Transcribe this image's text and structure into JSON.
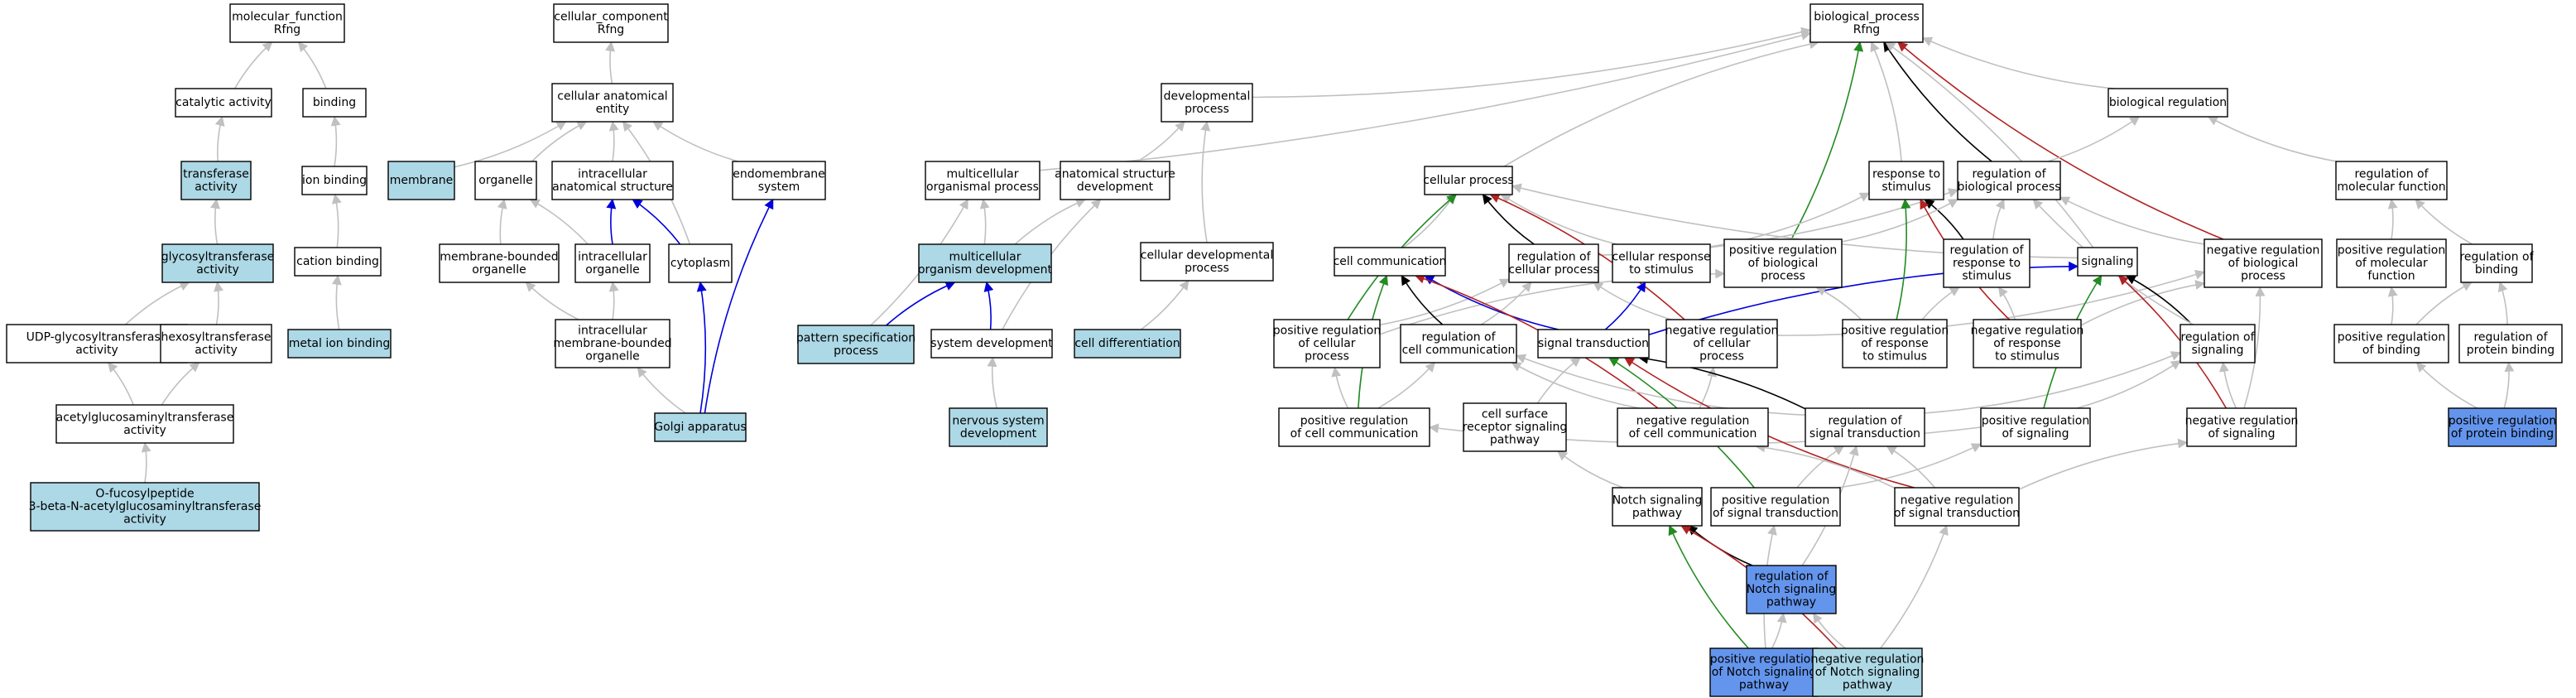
{
  "colors": {
    "plain": "#ffffff",
    "annotated": "#add8e6",
    "query": "#6495ed",
    "is_a": "#c0c0c0",
    "part_of": "#0000dd",
    "regulates": "#000000",
    "positively_regulates": "#228b22",
    "negatively_regulates": "#b22222"
  },
  "nodes": [
    {
      "id": "mf",
      "lines": [
        "molecular_function",
        "Rfng"
      ],
      "fill": "plain"
    },
    {
      "id": "catalytic",
      "lines": [
        "catalytic activity"
      ],
      "fill": "plain"
    },
    {
      "id": "binding",
      "lines": [
        "binding"
      ],
      "fill": "plain"
    },
    {
      "id": "transferase",
      "lines": [
        "transferase",
        "activity"
      ],
      "fill": "annotated"
    },
    {
      "id": "ionbind",
      "lines": [
        "ion binding"
      ],
      "fill": "plain"
    },
    {
      "id": "glycosyl",
      "lines": [
        "glycosyltransferase",
        "activity"
      ],
      "fill": "annotated"
    },
    {
      "id": "cationbind",
      "lines": [
        "cation binding"
      ],
      "fill": "plain"
    },
    {
      "id": "udp",
      "lines": [
        "UDP-glycosyltransferase",
        "activity"
      ],
      "fill": "plain"
    },
    {
      "id": "hexosyl",
      "lines": [
        "hexosyltransferase",
        "activity"
      ],
      "fill": "plain"
    },
    {
      "id": "metalion",
      "lines": [
        "metal ion binding"
      ],
      "fill": "annotated"
    },
    {
      "id": "acetylglc",
      "lines": [
        "acetylglucosaminyltransferase",
        "activity"
      ],
      "fill": "plain"
    },
    {
      "id": "ofuco",
      "lines": [
        "O-fucosylpeptide",
        "3-beta-N-acetylglucosaminyltransferase",
        "activity"
      ],
      "fill": "annotated"
    },
    {
      "id": "cc",
      "lines": [
        "cellular_component",
        "Rfng"
      ],
      "fill": "plain"
    },
    {
      "id": "cae",
      "lines": [
        "cellular anatomical",
        "entity"
      ],
      "fill": "plain"
    },
    {
      "id": "membrane",
      "lines": [
        "membrane"
      ],
      "fill": "annotated"
    },
    {
      "id": "organelle",
      "lines": [
        "organelle"
      ],
      "fill": "plain"
    },
    {
      "id": "ias",
      "lines": [
        "intracellular",
        "anatomical structure"
      ],
      "fill": "plain"
    },
    {
      "id": "endomem",
      "lines": [
        "endomembrane",
        "system"
      ],
      "fill": "plain"
    },
    {
      "id": "mbo",
      "lines": [
        "membrane-bounded",
        "organelle"
      ],
      "fill": "plain"
    },
    {
      "id": "intraorg",
      "lines": [
        "intracellular",
        "organelle"
      ],
      "fill": "plain"
    },
    {
      "id": "cytoplasm",
      "lines": [
        "cytoplasm"
      ],
      "fill": "plain"
    },
    {
      "id": "imbo",
      "lines": [
        "intracellular",
        "membrane-bounded",
        "organelle"
      ],
      "fill": "plain"
    },
    {
      "id": "golgi",
      "lines": [
        "Golgi apparatus"
      ],
      "fill": "annotated"
    },
    {
      "id": "bp",
      "lines": [
        "biological_process",
        "Rfng"
      ],
      "fill": "plain"
    },
    {
      "id": "devproc",
      "lines": [
        "developmental",
        "process"
      ],
      "fill": "plain"
    },
    {
      "id": "bioreg",
      "lines": [
        "biological regulation"
      ],
      "fill": "plain"
    },
    {
      "id": "multiorg",
      "lines": [
        "multicellular",
        "organismal process"
      ],
      "fill": "plain"
    },
    {
      "id": "anatdev",
      "lines": [
        "anatomical structure",
        "development"
      ],
      "fill": "plain"
    },
    {
      "id": "cellproc",
      "lines": [
        "cellular process"
      ],
      "fill": "plain"
    },
    {
      "id": "resp",
      "lines": [
        "response to",
        "stimulus"
      ],
      "fill": "plain"
    },
    {
      "id": "regbp",
      "lines": [
        "regulation of",
        "biological process"
      ],
      "fill": "plain"
    },
    {
      "id": "regmf",
      "lines": [
        "regulation of",
        "molecular function"
      ],
      "fill": "plain"
    },
    {
      "id": "multidev",
      "lines": [
        "multicellular",
        "organism development"
      ],
      "fill": "annotated"
    },
    {
      "id": "celldevproc",
      "lines": [
        "cellular developmental",
        "process"
      ],
      "fill": "plain"
    },
    {
      "id": "cellcomm",
      "lines": [
        "cell communication"
      ],
      "fill": "plain"
    },
    {
      "id": "regcp",
      "lines": [
        "regulation of",
        "cellular process"
      ],
      "fill": "plain"
    },
    {
      "id": "cellresp",
      "lines": [
        "cellular response",
        "to stimulus"
      ],
      "fill": "plain"
    },
    {
      "id": "posregbp",
      "lines": [
        "positive regulation",
        "of biological",
        "process"
      ],
      "fill": "plain"
    },
    {
      "id": "regresp",
      "lines": [
        "regulation of",
        "response to",
        "stimulus"
      ],
      "fill": "plain"
    },
    {
      "id": "signaling",
      "lines": [
        "signaling"
      ],
      "fill": "plain"
    },
    {
      "id": "negregbp",
      "lines": [
        "negative regulation",
        "of biological",
        "process"
      ],
      "fill": "plain"
    },
    {
      "id": "posregmf",
      "lines": [
        "positive regulation",
        "of molecular",
        "function"
      ],
      "fill": "plain"
    },
    {
      "id": "regbind",
      "lines": [
        "regulation of",
        "binding"
      ],
      "fill": "plain"
    },
    {
      "id": "patspec",
      "lines": [
        "pattern specification",
        "process"
      ],
      "fill": "annotated"
    },
    {
      "id": "sysdev",
      "lines": [
        "system development"
      ],
      "fill": "plain"
    },
    {
      "id": "celldiff",
      "lines": [
        "cell differentiation"
      ],
      "fill": "annotated"
    },
    {
      "id": "posregcp",
      "lines": [
        "positive regulation",
        "of cellular",
        "process"
      ],
      "fill": "plain"
    },
    {
      "id": "regcc",
      "lines": [
        "regulation of",
        "cell communication"
      ],
      "fill": "plain"
    },
    {
      "id": "sigtrans",
      "lines": [
        "signal transduction"
      ],
      "fill": "plain"
    },
    {
      "id": "negregcp",
      "lines": [
        "negative regulation",
        "of cellular",
        "process"
      ],
      "fill": "plain"
    },
    {
      "id": "posregresp",
      "lines": [
        "positive regulation",
        "of response",
        "to stimulus"
      ],
      "fill": "plain"
    },
    {
      "id": "negregresp",
      "lines": [
        "negative regulation",
        "of response",
        "to stimulus"
      ],
      "fill": "plain"
    },
    {
      "id": "regsig",
      "lines": [
        "regulation of",
        "signaling"
      ],
      "fill": "plain"
    },
    {
      "id": "posregbind",
      "lines": [
        "positive regulation",
        "of binding"
      ],
      "fill": "plain"
    },
    {
      "id": "regprotbind",
      "lines": [
        "regulation of",
        "protein binding"
      ],
      "fill": "plain"
    },
    {
      "id": "nervdev",
      "lines": [
        "nervous system",
        "development"
      ],
      "fill": "annotated"
    },
    {
      "id": "posregcc",
      "lines": [
        "positive regulation",
        "of cell communication"
      ],
      "fill": "plain"
    },
    {
      "id": "csrsp",
      "lines": [
        "cell surface",
        "receptor signaling",
        "pathway"
      ],
      "fill": "plain"
    },
    {
      "id": "negregcc",
      "lines": [
        "negative regulation",
        "of cell communication"
      ],
      "fill": "plain"
    },
    {
      "id": "regst",
      "lines": [
        "regulation of",
        "signal transduction"
      ],
      "fill": "plain"
    },
    {
      "id": "posregsig",
      "lines": [
        "positive regulation",
        "of signaling"
      ],
      "fill": "plain"
    },
    {
      "id": "negregsig",
      "lines": [
        "negative regulation",
        "of signaling"
      ],
      "fill": "plain"
    },
    {
      "id": "posregprotbind",
      "lines": [
        "positive regulation",
        "of protein binding"
      ],
      "fill": "query"
    },
    {
      "id": "notch",
      "lines": [
        "Notch signaling",
        "pathway"
      ],
      "fill": "plain"
    },
    {
      "id": "posregst",
      "lines": [
        "positive regulation",
        "of signal transduction"
      ],
      "fill": "plain"
    },
    {
      "id": "negregst",
      "lines": [
        "negative regulation",
        "of signal transduction"
      ],
      "fill": "plain"
    },
    {
      "id": "regnotch",
      "lines": [
        "regulation of",
        "Notch signaling",
        "pathway"
      ],
      "fill": "query"
    },
    {
      "id": "posregnotch",
      "lines": [
        "positive regulation",
        "of Notch signaling",
        "pathway"
      ],
      "fill": "query"
    },
    {
      "id": "negregnotch",
      "lines": [
        "negative regulation",
        "of Notch signaling",
        "pathway"
      ],
      "fill": "annotated"
    }
  ],
  "edges": [
    {
      "from": "catalytic",
      "to": "mf",
      "type": "is_a"
    },
    {
      "from": "binding",
      "to": "mf",
      "type": "is_a"
    },
    {
      "from": "transferase",
      "to": "catalytic",
      "type": "is_a"
    },
    {
      "from": "ionbind",
      "to": "binding",
      "type": "is_a"
    },
    {
      "from": "glycosyl",
      "to": "transferase",
      "type": "is_a"
    },
    {
      "from": "cationbind",
      "to": "ionbind",
      "type": "is_a"
    },
    {
      "from": "udp",
      "to": "glycosyl",
      "type": "is_a"
    },
    {
      "from": "hexosyl",
      "to": "glycosyl",
      "type": "is_a"
    },
    {
      "from": "metalion",
      "to": "cationbind",
      "type": "is_a"
    },
    {
      "from": "acetylglc",
      "to": "udp",
      "type": "is_a"
    },
    {
      "from": "acetylglc",
      "to": "hexosyl",
      "type": "is_a"
    },
    {
      "from": "ofuco",
      "to": "acetylglc",
      "type": "is_a"
    },
    {
      "from": "cae",
      "to": "cc",
      "type": "is_a"
    },
    {
      "from": "membrane",
      "to": "cae",
      "type": "is_a"
    },
    {
      "from": "organelle",
      "to": "cae",
      "type": "is_a"
    },
    {
      "from": "ias",
      "to": "cae",
      "type": "is_a"
    },
    {
      "from": "endomem",
      "to": "cae",
      "type": "is_a"
    },
    {
      "from": "cytoplasm",
      "to": "cae",
      "type": "is_a"
    },
    {
      "from": "mbo",
      "to": "organelle",
      "type": "is_a"
    },
    {
      "from": "intraorg",
      "to": "organelle",
      "type": "is_a"
    },
    {
      "from": "intraorg",
      "to": "ias",
      "type": "part_of"
    },
    {
      "from": "cytoplasm",
      "to": "ias",
      "type": "part_of"
    },
    {
      "from": "imbo",
      "to": "mbo",
      "type": "is_a"
    },
    {
      "from": "imbo",
      "to": "intraorg",
      "type": "is_a"
    },
    {
      "from": "golgi",
      "to": "imbo",
      "type": "is_a"
    },
    {
      "from": "golgi",
      "to": "cytoplasm",
      "type": "part_of"
    },
    {
      "from": "golgi",
      "to": "endomem",
      "type": "part_of"
    },
    {
      "from": "devproc",
      "to": "bp",
      "type": "is_a"
    },
    {
      "from": "bioreg",
      "to": "bp",
      "type": "is_a"
    },
    {
      "from": "multiorg",
      "to": "bp",
      "type": "is_a"
    },
    {
      "from": "cellproc",
      "to": "bp",
      "type": "is_a"
    },
    {
      "from": "resp",
      "to": "bp",
      "type": "is_a"
    },
    {
      "from": "regbp",
      "to": "bp",
      "type": "regulates"
    },
    {
      "from": "posregbp",
      "to": "bp",
      "type": "positively_regulates"
    },
    {
      "from": "negregbp",
      "to": "bp",
      "type": "negatively_regulates"
    },
    {
      "from": "regbp",
      "to": "bioreg",
      "type": "is_a"
    },
    {
      "from": "regmf",
      "to": "bioreg",
      "type": "is_a"
    },
    {
      "from": "anatdev",
      "to": "devproc",
      "type": "is_a"
    },
    {
      "from": "celldevproc",
      "to": "devproc",
      "type": "is_a"
    },
    {
      "from": "multidev",
      "to": "multiorg",
      "type": "is_a"
    },
    {
      "from": "multidev",
      "to": "anatdev",
      "type": "is_a"
    },
    {
      "from": "patspec",
      "to": "multiorg",
      "type": "is_a"
    },
    {
      "from": "patspec",
      "to": "multidev",
      "type": "part_of"
    },
    {
      "from": "sysdev",
      "to": "multidev",
      "type": "part_of"
    },
    {
      "from": "sysdev",
      "to": "anatdev",
      "type": "is_a"
    },
    {
      "from": "celldiff",
      "to": "celldevproc",
      "type": "is_a"
    },
    {
      "from": "nervdev",
      "to": "sysdev",
      "type": "is_a"
    },
    {
      "from": "cellcomm",
      "to": "cellproc",
      "type": "is_a"
    },
    {
      "from": "regcp",
      "to": "cellproc",
      "type": "regulates"
    },
    {
      "from": "regcp",
      "to": "regbp",
      "type": "is_a"
    },
    {
      "from": "cellresp",
      "to": "cellproc",
      "type": "is_a"
    },
    {
      "from": "cellresp",
      "to": "resp",
      "type": "is_a"
    },
    {
      "from": "signaling",
      "to": "cellproc",
      "type": "is_a"
    },
    {
      "from": "regresp",
      "to": "resp",
      "type": "regulates"
    },
    {
      "from": "regresp",
      "to": "regbp",
      "type": "is_a"
    },
    {
      "from": "posregbp",
      "to": "regbp",
      "type": "is_a"
    },
    {
      "from": "negregbp",
      "to": "regbp",
      "type": "is_a"
    },
    {
      "from": "signaling",
      "to": "bp",
      "type": "is_a"
    },
    {
      "from": "posregcp",
      "to": "cellproc",
      "type": "positively_regulates"
    },
    {
      "from": "posregcp",
      "to": "regcp",
      "type": "is_a"
    },
    {
      "from": "posregcp",
      "to": "posregbp",
      "type": "is_a"
    },
    {
      "from": "negregcp",
      "to": "cellproc",
      "type": "negatively_regulates"
    },
    {
      "from": "negregcp",
      "to": "regcp",
      "type": "is_a"
    },
    {
      "from": "negregcp",
      "to": "negregbp",
      "type": "is_a"
    },
    {
      "from": "regcc",
      "to": "cellcomm",
      "type": "regulates"
    },
    {
      "from": "regcc",
      "to": "regcp",
      "type": "is_a"
    },
    {
      "from": "sigtrans",
      "to": "cellcomm",
      "type": "part_of"
    },
    {
      "from": "sigtrans",
      "to": "cellresp",
      "type": "part_of"
    },
    {
      "from": "sigtrans",
      "to": "signaling",
      "type": "part_of"
    },
    {
      "from": "posregresp",
      "to": "resp",
      "type": "positively_regulates"
    },
    {
      "from": "posregresp",
      "to": "regresp",
      "type": "is_a"
    },
    {
      "from": "posregresp",
      "to": "posregbp",
      "type": "is_a"
    },
    {
      "from": "negregresp",
      "to": "resp",
      "type": "negatively_regulates"
    },
    {
      "from": "negregresp",
      "to": "regresp",
      "type": "is_a"
    },
    {
      "from": "negregresp",
      "to": "negregbp",
      "type": "is_a"
    },
    {
      "from": "regsig",
      "to": "signaling",
      "type": "regulates"
    },
    {
      "from": "regsig",
      "to": "regbp",
      "type": "is_a"
    },
    {
      "from": "posregmf",
      "to": "regmf",
      "type": "is_a"
    },
    {
      "from": "regbind",
      "to": "regmf",
      "type": "is_a"
    },
    {
      "from": "posregbind",
      "to": "posregmf",
      "type": "is_a"
    },
    {
      "from": "posregbind",
      "to": "regbind",
      "type": "is_a"
    },
    {
      "from": "regprotbind",
      "to": "regbind",
      "type": "is_a"
    },
    {
      "from": "posregprotbind",
      "to": "posregbind",
      "type": "is_a"
    },
    {
      "from": "posregprotbind",
      "to": "regprotbind",
      "type": "is_a"
    },
    {
      "from": "posregcc",
      "to": "cellcomm",
      "type": "positively_regulates"
    },
    {
      "from": "posregcc",
      "to": "regcc",
      "type": "is_a"
    },
    {
      "from": "posregcc",
      "to": "posregcp",
      "type": "is_a"
    },
    {
      "from": "negregcc",
      "to": "cellcomm",
      "type": "negatively_regulates"
    },
    {
      "from": "negregcc",
      "to": "regcc",
      "type": "is_a"
    },
    {
      "from": "negregcc",
      "to": "negregcp",
      "type": "is_a"
    },
    {
      "from": "csrsp",
      "to": "sigtrans",
      "type": "is_a"
    },
    {
      "from": "regst",
      "to": "sigtrans",
      "type": "regulates"
    },
    {
      "from": "regst",
      "to": "regcc",
      "type": "is_a"
    },
    {
      "from": "regst",
      "to": "regsig",
      "type": "is_a"
    },
    {
      "from": "posregsig",
      "to": "signaling",
      "type": "positively_regulates"
    },
    {
      "from": "posregsig",
      "to": "regsig",
      "type": "is_a"
    },
    {
      "from": "posregsig",
      "to": "posregcc",
      "type": "is_a"
    },
    {
      "from": "negregsig",
      "to": "signaling",
      "type": "negatively_regulates"
    },
    {
      "from": "negregsig",
      "to": "regsig",
      "type": "is_a"
    },
    {
      "from": "negregsig",
      "to": "negregbp",
      "type": "is_a"
    },
    {
      "from": "notch",
      "to": "csrsp",
      "type": "is_a"
    },
    {
      "from": "posregst",
      "to": "sigtrans",
      "type": "positively_regulates"
    },
    {
      "from": "posregst",
      "to": "regst",
      "type": "is_a"
    },
    {
      "from": "posregst",
      "to": "posregsig",
      "type": "is_a"
    },
    {
      "from": "negregst",
      "to": "sigtrans",
      "type": "negatively_regulates"
    },
    {
      "from": "negregst",
      "to": "regst",
      "type": "is_a"
    },
    {
      "from": "negregst",
      "to": "negregsig",
      "type": "is_a"
    },
    {
      "from": "negregst",
      "to": "negregcc",
      "type": "is_a"
    },
    {
      "from": "regnotch",
      "to": "notch",
      "type": "regulates"
    },
    {
      "from": "regnotch",
      "to": "regst",
      "type": "is_a"
    },
    {
      "from": "posregnotch",
      "to": "notch",
      "type": "positively_regulates"
    },
    {
      "from": "posregnotch",
      "to": "regnotch",
      "type": "is_a"
    },
    {
      "from": "posregnotch",
      "to": "posregst",
      "type": "is_a"
    },
    {
      "from": "negregnotch",
      "to": "notch",
      "type": "negatively_regulates"
    },
    {
      "from": "negregnotch",
      "to": "regnotch",
      "type": "is_a"
    },
    {
      "from": "negregnotch",
      "to": "negregst",
      "type": "is_a"
    }
  ]
}
